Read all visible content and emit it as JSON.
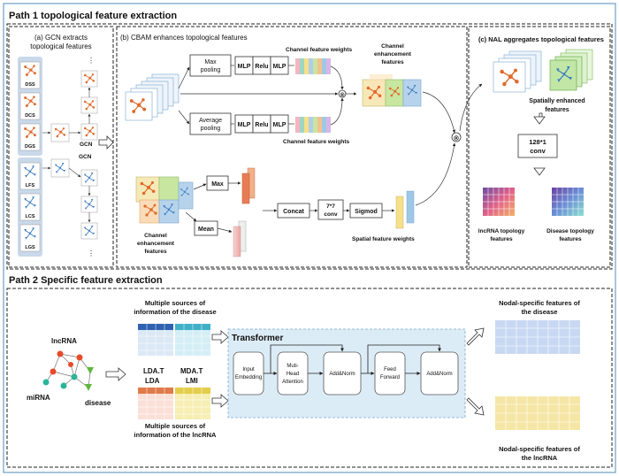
{
  "path1": {
    "title": "Path 1 topological feature extraction",
    "gcn": {
      "title_line1": "(a) GCN extracts",
      "title_line2": "topological features",
      "disease_labels": [
        "DSS",
        "DCS",
        "DGS"
      ],
      "lnc_labels": [
        "LFS",
        "LCS",
        "LGS"
      ],
      "gcn_label_top": "GCN",
      "gcn_label_bottom": "GCN",
      "ellipsis": "⋮"
    },
    "cbam": {
      "title": "(b) CBAM enhances topological features",
      "max_pooling_line1": "Max",
      "max_pooling_line2": "pooling",
      "avg_pooling_line1": "Average",
      "avg_pooling_line2": "pooling",
      "mlp": "MLP",
      "relu": "Relu",
      "channel_weights_top": "Channel feature weights",
      "channel_weights_bottom": "Channel feature weights",
      "channel_enh_line1": "Channel",
      "channel_enh_line2": "enhancement",
      "channel_enh_line3": "features",
      "max": "Max",
      "mean": "Mean",
      "concat": "Concat",
      "conv_line1": "7*7",
      "conv_line2": "conv",
      "sigmod": "Sigmod",
      "spatial_weights": "Spatial feature weights",
      "bottom_enh_line1": "Channel",
      "bottom_enh_line2": "enhancement",
      "bottom_enh_line3": "features"
    },
    "nal": {
      "title": "(c) NAL aggregates topological features",
      "spatial_line1": "Spatially enhanced",
      "spatial_line2": "features",
      "conv_line1": "128*1",
      "conv_line2": "conv",
      "lnc_topo_line1": "lncRNA topology",
      "lnc_topo_line2": "features",
      "dis_topo_line1": "Disease topology",
      "dis_topo_line2": "features"
    }
  },
  "path2": {
    "title": "Path 2 Specific feature extraction",
    "lncrna": "lncRNA",
    "mirna": "miRNA",
    "disease": "disease",
    "disease_sources_line1": "Multiple sources of",
    "disease_sources_line2": "information of the disease",
    "lda_t": "LDA.T",
    "mda_t": "MDA.T",
    "lda": "LDA",
    "lmi": "LMI",
    "lnc_sources_line1": "Multiple sources of",
    "lnc_sources_line2": "information of the lncRNA",
    "transformer": "Transformer",
    "input_emb_line1": "Input",
    "input_emb_line2": "Embedding",
    "mha_line1": "Muti-",
    "mha_line2": "Head",
    "mha_line3": "Attention",
    "addnorm1": "Add&Norm",
    "ff_line1": "Feed",
    "ff_line2": "Forward",
    "addnorm2": "Add&Norm",
    "nodal_disease_line1": "Nodal-specific features of",
    "nodal_disease_line2": "the disease",
    "nodal_lnc_line1": "Nodal-specific features of",
    "nodal_lnc_line2": "the lncRNA"
  },
  "colors": {
    "frame": "#6b9fc4",
    "transformer_bg": "#dcecf6",
    "blue": "#4a86c8",
    "orange": "#e06a2a",
    "teal": "#2bb598",
    "green": "#5cb83c",
    "yellow": "#f3de86",
    "purple": "#5d4f9f"
  }
}
